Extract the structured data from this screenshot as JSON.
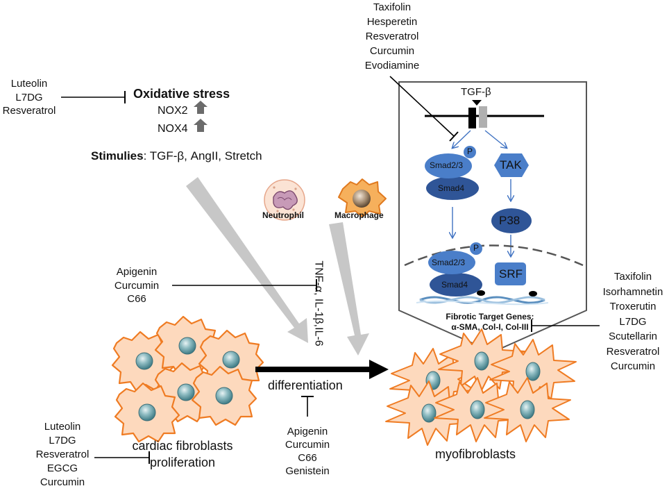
{
  "oxidative": {
    "inhibitors": [
      "Luteolin",
      "L7DG",
      "Resveratrol"
    ],
    "title": "Oxidative stress",
    "nox2": "NOX2",
    "nox4": "NOX4",
    "stimulies_label": "Stimulies",
    "stimulies_value": ": TGF-β, AngII, Stretch"
  },
  "immune": {
    "neutrophil": "Neutrophil",
    "macrophage": "Macrophage",
    "cytokines": "TNF-α, IL-1β,IL-6"
  },
  "cytokine_inhibitors": [
    "Apigenin",
    "Curcumin",
    "C66"
  ],
  "pathway": {
    "receptor_inhibitors": [
      "Taxifolin",
      "Hesperetin",
      "Resveratrol",
      "Curcumin",
      "Evodiamine"
    ],
    "ligand": "TGF-β",
    "p_label": "P",
    "smad23": "Smad2/3",
    "smad4": "Smad4",
    "tak": "TAK",
    "p38": "P38",
    "srf": "SRF",
    "target_genes_title": "Fibrotic Target Genes:",
    "target_genes": "α-SMA, Col-I, Col-III"
  },
  "target_gene_inhibitors": [
    "Taxifolin",
    "Isorhamnetin",
    "Troxerutin",
    "L7DG",
    "Scutellarin",
    "Resveratrol",
    "Curcumin"
  ],
  "cells": {
    "fibroblasts_line1": "cardiac fibroblasts",
    "fibroblasts_line2": "proliferation",
    "myofibroblasts": "myofibroblasts",
    "differentiation": "differentiation"
  },
  "differentiation_inhibitors": [
    "Apigenin",
    "Curcumin",
    "C66",
    "Genistein"
  ],
  "proliferation_inhibitors": [
    "Luteolin",
    "L7DG",
    "Resveratrol",
    "EGCG",
    "Curcumin"
  ],
  "colors": {
    "fibroblast_fill": "#fdd9bd",
    "fibroblast_stroke": "#ef7b22",
    "nucleus": "#5f9aa3",
    "smad_light": "#4a7ec9",
    "smad_dark": "#2f5597",
    "pathway_arrow": "#3f72c2",
    "gray_arrow": "#c7c7c7",
    "up_arrow": "#6b6b6b"
  }
}
